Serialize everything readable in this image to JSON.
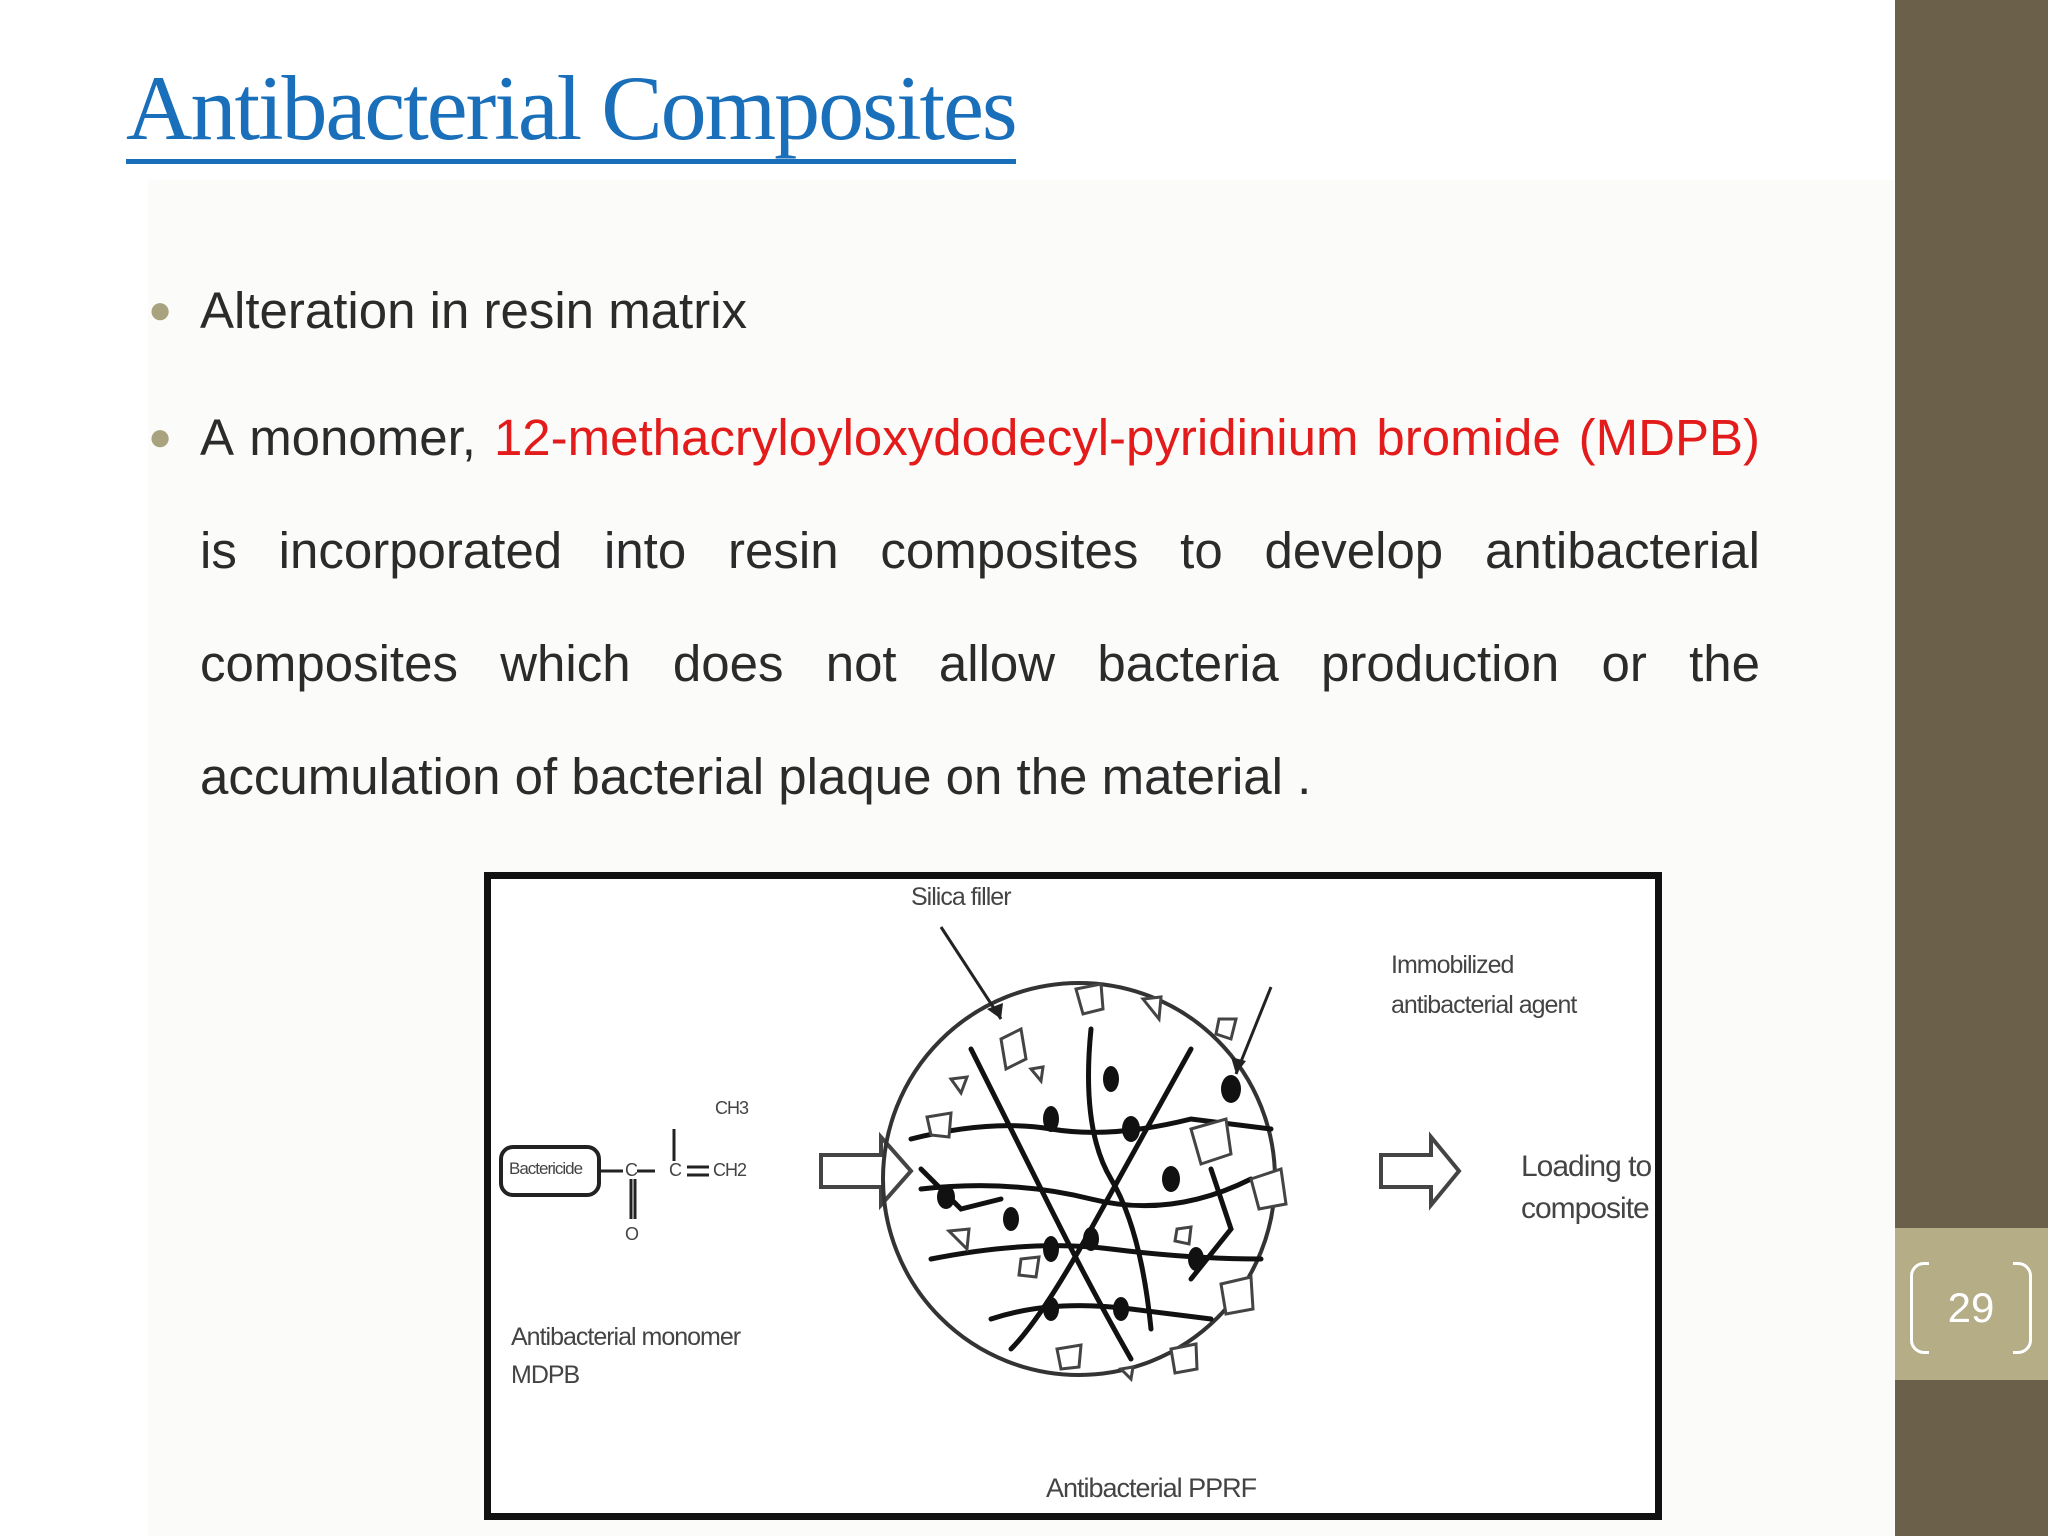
{
  "slide": {
    "title": "Antibacterial Composites",
    "page_number": "29"
  },
  "bullets": {
    "item1": "Alteration in resin matrix",
    "item2_prefix": "A monomer, ",
    "item2_highlight": "12-methacryloyloxydodecyl-pyridinium  bromide (MDPB)",
    "item2_rest": " is incorporated into resin composites to develop antibacterial composites which  does  not  allow  bacteria production  or  the  accumulation  of  bacterial  plaque on the material ."
  },
  "figure": {
    "silica_filler": "Silica filler",
    "immobilized_agent_line1": "Immobilized",
    "immobilized_agent_line2": "antibacterial agent",
    "bactericide": "Bactericide",
    "ch3": "CH3",
    "ch2": "CH2",
    "c_left": "C",
    "c_right": "C",
    "oxygen": "O",
    "monomer_line1": "Antibacterial monomer",
    "monomer_line2": "MDPB",
    "loading_line1": "Loading to",
    "loading_line2": "composite",
    "caption": "Antibacterial PPRF"
  },
  "colors": {
    "title_blue": "#1a6fba",
    "highlight_red": "#e31b1b",
    "sidebar": "#6b604a",
    "page_box": "#b4ad85"
  }
}
